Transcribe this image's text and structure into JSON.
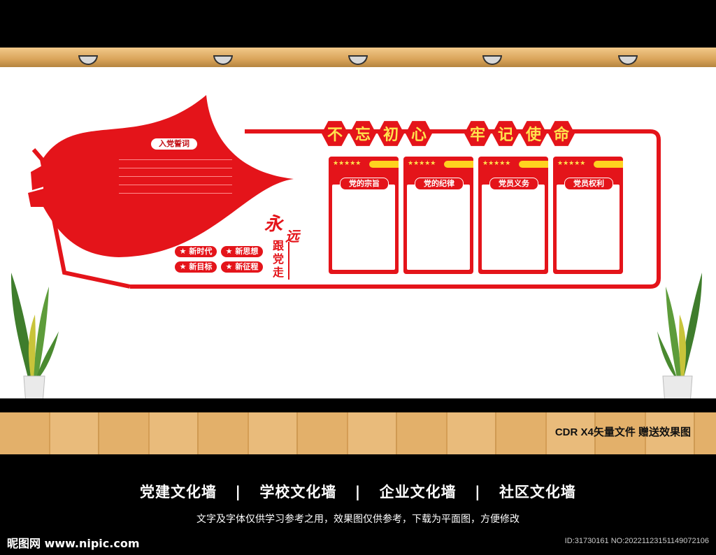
{
  "wall": {
    "slogan_chars": [
      "不",
      "忘",
      "初",
      "心",
      "牢",
      "记",
      "使",
      "命"
    ],
    "oath_title": "入党誓词",
    "badges": [
      "★ 新时代",
      "★ 新思想",
      "★ 新目标",
      "★ 新征程"
    ],
    "vertical_motto": {
      "yong": "永",
      "yuan": "远",
      "genzou": [
        "跟",
        "党",
        "走"
      ]
    },
    "panels": [
      {
        "label": "党的宗旨"
      },
      {
        "label": "党的纪律"
      },
      {
        "label": "党员义务"
      },
      {
        "label": "党员权利"
      }
    ],
    "panel_stars": "★★★★★"
  },
  "footer": {
    "format_note": "CDR X4矢量文件  赠送效果图",
    "categories": [
      "党建文化墙",
      "学校文化墙",
      "企业文化墙",
      "社区文化墙"
    ],
    "separator": "|",
    "disclaimer": "文字及字体仅供学习参考之用，效果图仅供参考，下载为平面图，方便修改",
    "watermark": "昵图网 www.nipic.com",
    "image_id": "ID:31730161 NO:20221123151149072106"
  },
  "colors": {
    "accent_red": "#e4141a",
    "accent_yellow": "#ffe34d",
    "floor_wood": "#e3b06a"
  }
}
